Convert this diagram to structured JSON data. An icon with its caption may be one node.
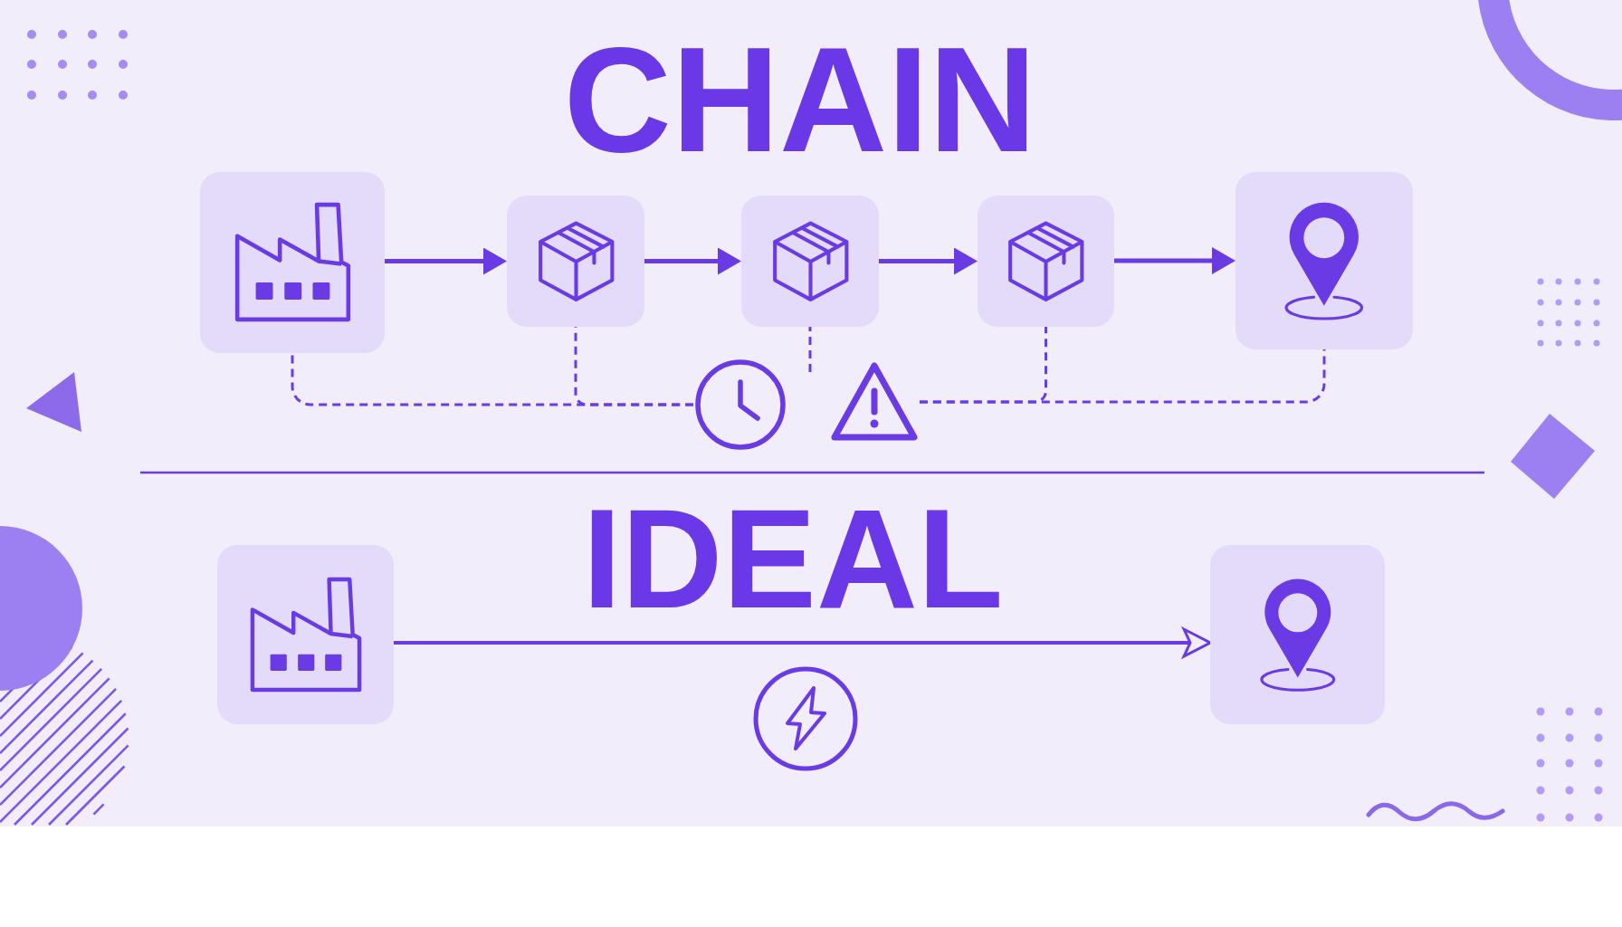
{
  "diagram": {
    "title": "CHAIN",
    "nodes": [
      {
        "text": [],
        "shape": "picture"
      },
      {
        "text": [],
        "shape": "picture"
      },
      {
        "text": [],
        "shape": "picture"
      },
      {
        "text": [],
        "shape": "picture"
      },
      {
        "text": [],
        "shape": "picture"
      },
      {
        "text": [],
        "shape": "picture"
      },
      {
        "text": [],
        "shape": "picture"
      },
      {
        "text": [],
        "shape": "picture"
      },
      {
        "text": [],
        "shape": "picture"
      }
    ],
    "edges": [
      {
        "from": 0,
        "to": 1,
        "arrow": "to"
      },
      {
        "from": 1,
        "to": 2,
        "arrow": "to"
      },
      {
        "from": 2,
        "to": 3,
        "arrow": "to"
      },
      {
        "from": 3,
        "to": 4,
        "arrow": "to"
      },
      {
        "from": 0,
        "to": 5,
        "arrow": "none",
        "style": "dashed"
      },
      {
        "from": 1,
        "to": 5,
        "arrow": "none",
        "style": "dashed"
      },
      {
        "from": 2,
        "to": null,
        "arrow": "none",
        "style": "dashed"
      },
      {
        "from": 3,
        "to": 6,
        "arrow": "none",
        "style": "dashed"
      },
      {
        "from": 4,
        "to": 6,
        "arrow": "none",
        "style": "dashed"
      },
      {
        "from": 7,
        "to": 8,
        "arrow": "to"
      }
    ],
    "labels": [
      "IDEAL"
    ]
  }
}
